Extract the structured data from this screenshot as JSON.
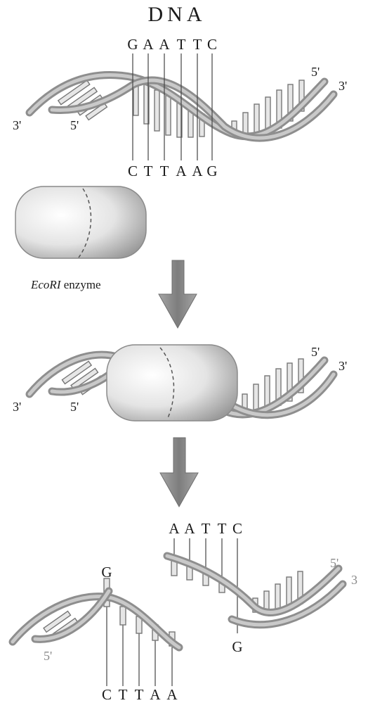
{
  "title": "DNA",
  "sequence_top": [
    "G",
    "A",
    "A",
    "T",
    "T",
    "C"
  ],
  "sequence_bottom": [
    "C",
    "T",
    "T",
    "A",
    "A",
    "G"
  ],
  "enzyme_label_italic": "EcoRI",
  "enzyme_label_rest": " enzyme",
  "end_labels": {
    "top_right_5": "5'",
    "top_right_3": "3'",
    "top_left_3": "3'",
    "top_left_5": "5'",
    "mid_right_5": "5'",
    "mid_right_3": "3'",
    "mid_left_3": "3'",
    "mid_left_5": "5'",
    "frag_left_5": "5'",
    "frag_right_5": "5'",
    "frag_right_3": "3"
  },
  "fragment_right_top": [
    "A",
    "A",
    "T",
    "T",
    "C"
  ],
  "fragment_right_bottom": "G",
  "fragment_left_top": "G",
  "fragment_left_bottom": [
    "C",
    "T",
    "T",
    "A",
    "A"
  ],
  "colors": {
    "strand": "#8e8e8e",
    "enzyme_light": "#fafafa",
    "enzyme_dark": "#9a9a9a",
    "arrow": "#8a8a8a"
  }
}
